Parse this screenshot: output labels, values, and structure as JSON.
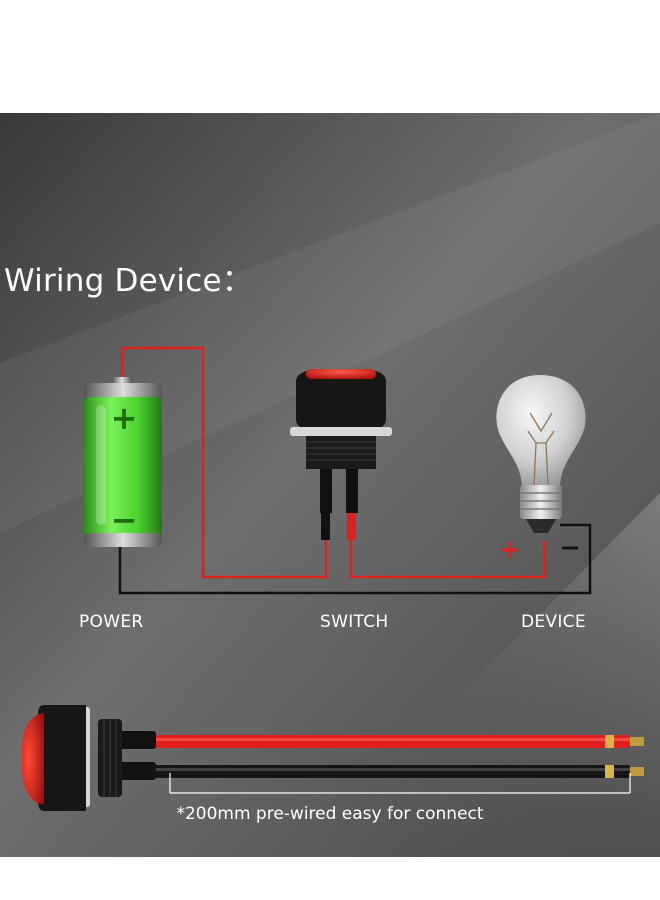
{
  "heading": "Wiring Device：",
  "labels": {
    "power": "POWER",
    "switch": "SWITCH",
    "device": "DEVICE"
  },
  "battery": {
    "plus": "+",
    "minus": "−"
  },
  "device_terminals": {
    "plus": "+",
    "minus": "−"
  },
  "note": "*200mm pre-wired easy for connect",
  "colors": {
    "wire_red": "#e02020",
    "wire_black": "#111111",
    "battery_green": "#53e03a",
    "button_red": "#e0201f"
  }
}
